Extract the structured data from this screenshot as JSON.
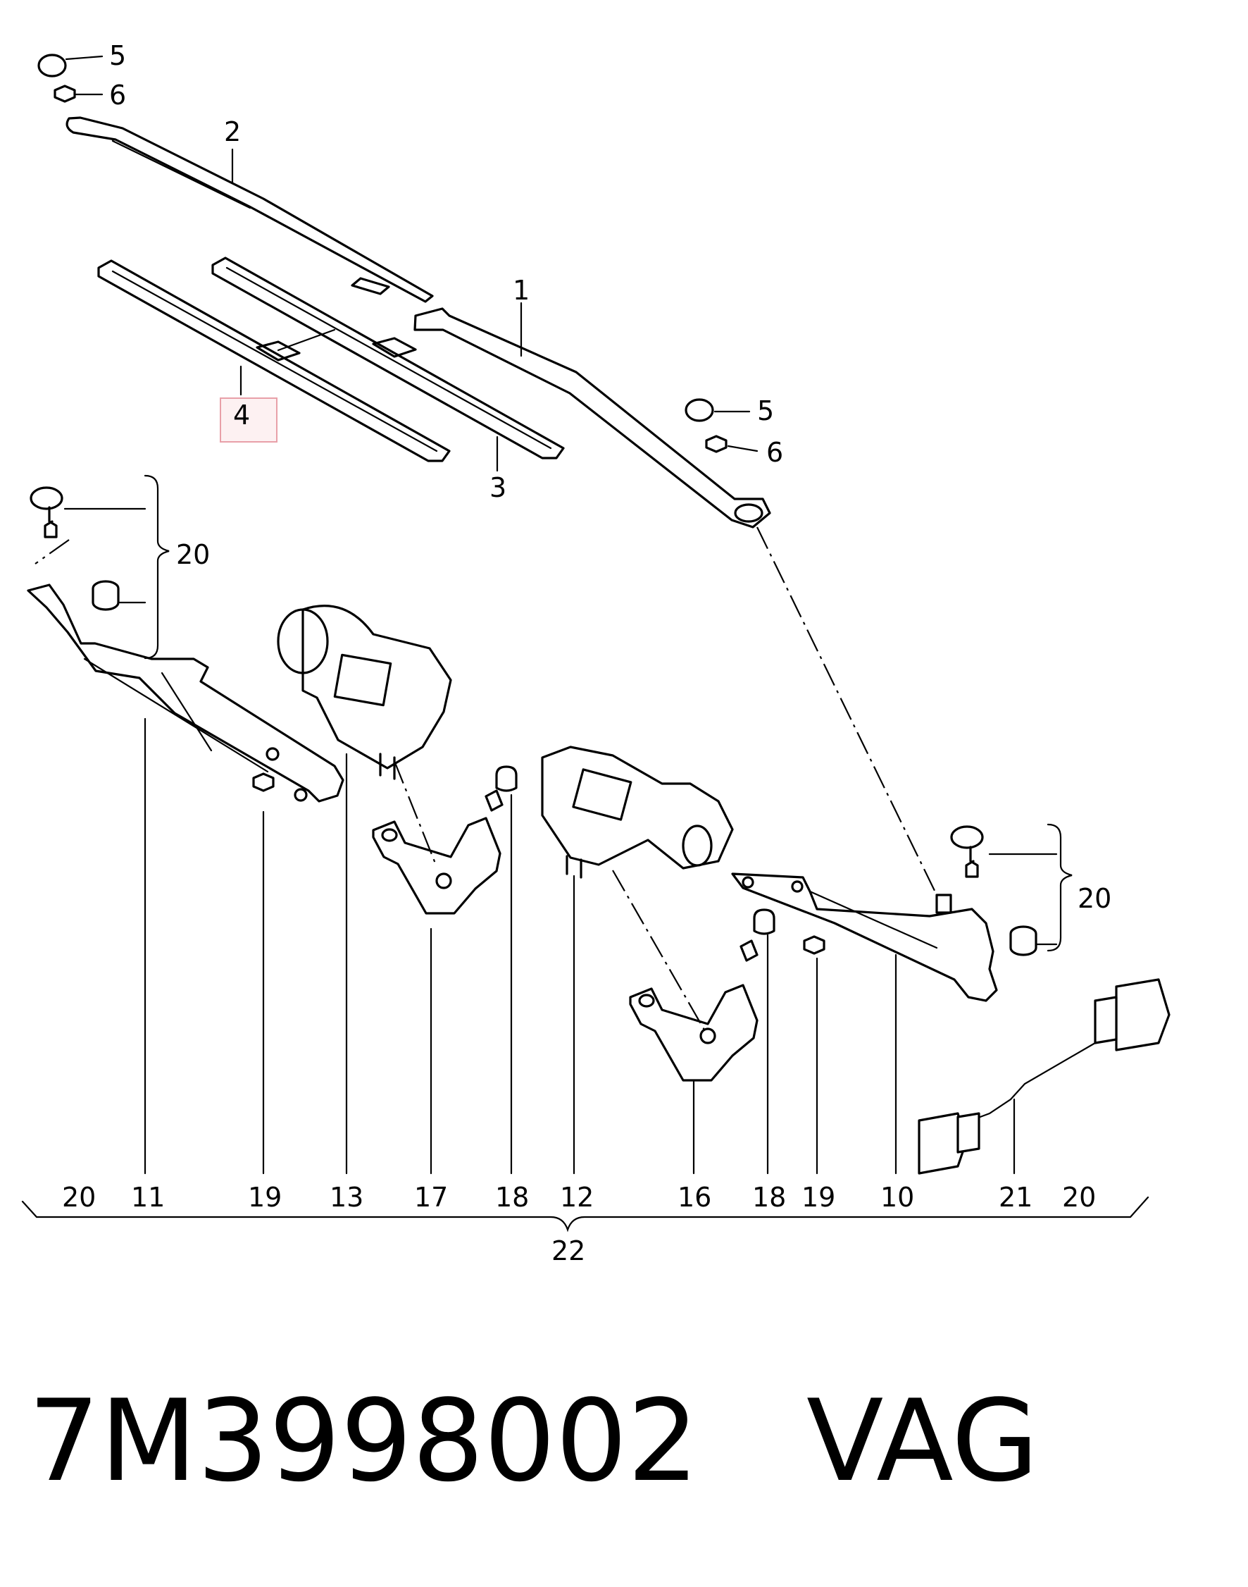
{
  "callouts": {
    "c1": "1",
    "c2": "2",
    "c3": "3",
    "c4": "4",
    "c5a": "5",
    "c5b": "5",
    "c6a": "6",
    "c6b": "6",
    "c20a": "20",
    "c20b": "20"
  },
  "bottom_labels": [
    "20",
    "11",
    "19",
    "13",
    "17",
    "18",
    "12",
    "16",
    "18",
    "19",
    "10",
    "21",
    "20"
  ],
  "group_label": "22",
  "highlighted_callout": "4",
  "colors": {
    "highlight_border": "#e8a0a8",
    "highlight_fill": "#fdf1f2",
    "ink": "#000000"
  },
  "footer": {
    "part_number": "7M3998002",
    "brand": "VAG"
  }
}
